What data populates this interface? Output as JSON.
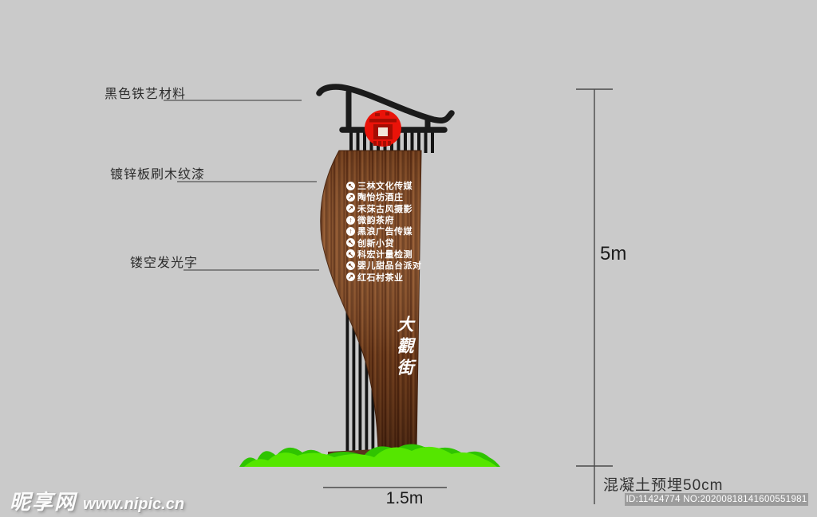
{
  "annotations": {
    "materials": [
      {
        "label": "黑色铁艺材料"
      },
      {
        "label": "镀锌板刷木纹漆"
      },
      {
        "label": "镂空发光字"
      }
    ],
    "dimensions": {
      "height": "5m",
      "width": "1.5m",
      "foundation": "混凝土预埋50cm"
    }
  },
  "sign": {
    "street_name": "大觀街",
    "directory": [
      {
        "arrow": "↖",
        "label": "三林文化传媒"
      },
      {
        "arrow": "↗",
        "label": "陶怡坊酒庄"
      },
      {
        "arrow": "↗",
        "label": "禾莯古风摄影"
      },
      {
        "arrow": "↑",
        "label": "微韵茶府"
      },
      {
        "arrow": "↑",
        "label": "黑浪广告传媒"
      },
      {
        "arrow": "↖",
        "label": "创新小贷"
      },
      {
        "arrow": "↖",
        "label": "科宏计量检测"
      },
      {
        "arrow": "↖",
        "label": "婴儿甜品台派对"
      },
      {
        "arrow": "↗",
        "label": "红石村茶业"
      }
    ]
  },
  "watermark": {
    "site_name": "昵享网",
    "site_url": "www.nipic.cn",
    "id_line": "ID:11424774 NO:20200818141600551981"
  },
  "colors": {
    "background": "#cacaca",
    "iron_black": "#1b1b1b",
    "emblem_red": "#ea1309",
    "wood_base": "#7a4522",
    "wood_dark": "#5b2d13",
    "grass_light": "#55e600",
    "grass_mid": "#2fc400",
    "text_white": "#ffffff"
  }
}
